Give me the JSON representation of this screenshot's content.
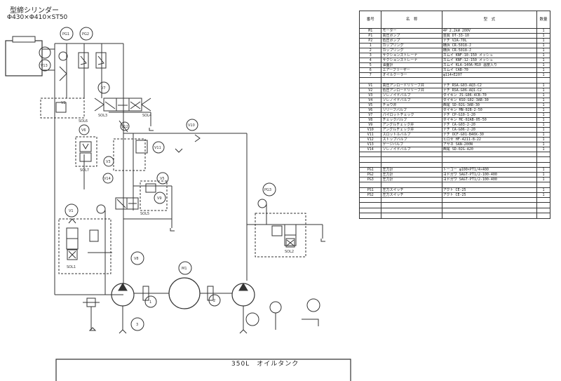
{
  "title": {
    "line1": "型締シリンダー",
    "line2": "Φ430×Φ410×ST50"
  },
  "tank_label": "350L　オイルタンク",
  "diagram_labels": {
    "pg1": "PG1",
    "pg2": "PG2",
    "pg3": "PG3",
    "v1": "V1",
    "v2": "V2",
    "v3": "V3",
    "v5": "V5",
    "v6": "V6",
    "v7": "V7",
    "v8": "V8",
    "v9": "V9",
    "v10": "V10",
    "v11": "V11",
    "v12": "V12",
    "v13": "V13",
    "v14": "V14",
    "sol1": "SOL1",
    "sol2": "SOL2",
    "sol3": "SOL3",
    "sol4": "SOL4",
    "sol5": "SOL5",
    "sol6": "SOL6",
    "sol7": "SOL7",
    "m1": "M1",
    "p1": "1",
    "p2": "2",
    "p3": "3"
  },
  "bom": {
    "headers": {
      "no": "番号",
      "name": "名　称",
      "model": "型　式",
      "qty": "数量"
    },
    "rows": [
      {
        "no": "M1",
        "name": "モーター",
        "model": "4P 2.2kW 200V",
        "qty": "1"
      },
      {
        "no": "P1",
        "name": "高圧ポンプ",
        "model": "豊興 DT-33-10",
        "qty": "1"
      },
      {
        "no": "P2",
        "name": "低圧ポンプ",
        "model": "ナチ V2A-70L",
        "qty": "1"
      },
      {
        "no": "1",
        "name": "カップリング",
        "model": "横浜 CR-5018-J",
        "qty": "1"
      },
      {
        "no": "2",
        "name": "カップリング",
        "model": "横浜 CR-5018-J",
        "qty": "1"
      },
      {
        "no": "3",
        "name": "サクションストレーナ",
        "model": "カムイ KNF-10-150 メッシュ",
        "qty": "1"
      },
      {
        "no": "4",
        "name": "サクションストレーナ",
        "model": "カムイ KNF-12-150 メッシュ",
        "qty": "1"
      },
      {
        "no": "5",
        "name": "油面計",
        "model": "カムイ KLA-140A-M10 温度入り",
        "qty": "1"
      },
      {
        "no": "6",
        "name": "エアーブリーザー",
        "model": "カムイ CAB-70",
        "qty": "1"
      },
      {
        "no": "7",
        "name": "オイルクーラー",
        "model": "φ114×E207",
        "qty": "1"
      },
      {
        "no": "",
        "name": "",
        "model": "",
        "qty": ""
      },
      {
        "no": "V1",
        "name": "高圧アンロードリリーフ弁",
        "model": "ナチ RSA-G03-AQ3-C2",
        "qty": "1"
      },
      {
        "no": "V2",
        "name": "低圧アンロードリリーフ弁",
        "model": "ナチ RSA-G06-AQ1-C2",
        "qty": "1"
      },
      {
        "no": "V3",
        "name": "ソレノイドバルブ",
        "model": "ダイキン JS-G06-4CB-70",
        "qty": "1"
      },
      {
        "no": "V4",
        "name": "ソレノイドバルブ",
        "model": "ダイキン KSO-G02-3AB-30",
        "qty": "1"
      },
      {
        "no": "V5",
        "name": "チョウ弁",
        "model": "西尾 SD-02G-3AB-30",
        "qty": "1"
      },
      {
        "no": "V6",
        "name": "リリーフバルブ",
        "model": "ダイキン MN-02B-2-50",
        "qty": "1"
      },
      {
        "no": "V7",
        "name": "パイロットチェック",
        "model": "ナチ CP-G10-1-20",
        "qty": "1"
      },
      {
        "no": "V8",
        "name": "チェックバルブ",
        "model": "ダイキン MC-02AB-05-50",
        "qty": "1"
      },
      {
        "no": "V9",
        "name": "アングルチェック弁",
        "model": "ナチ CA-G03-2-20",
        "qty": "1"
      },
      {
        "no": "V10",
        "name": "アングルチェック弁",
        "model": "ナチ CA-G06-2-20",
        "qty": "1"
      },
      {
        "no": "V11",
        "name": "スロットルバルブ",
        "model": "ナチ OCF-G01-B40X-30",
        "qty": "1"
      },
      {
        "no": "V12",
        "name": "ストップバルブ",
        "model": "ヒロセ HF-4211-8-22",
        "qty": "1"
      },
      {
        "no": "V13",
        "name": "ゲージバルブ",
        "model": "アサネ SAN-200N",
        "qty": "1"
      },
      {
        "no": "V14",
        "name": "ソレノイドバルブ",
        "model": "西尾 SD-02G-A20",
        "qty": "1"
      },
      {
        "no": "",
        "name": "",
        "model": "",
        "qty": ""
      },
      {
        "no": "",
        "name": "",
        "model": "",
        "qty": ""
      },
      {
        "no": "",
        "name": "",
        "model": "",
        "qty": ""
      },
      {
        "no": "PG1",
        "name": "圧力計",
        "model": "トーコー φ100×PT1/4×400",
        "qty": "1"
      },
      {
        "no": "PG2",
        "name": "圧力計",
        "model": "ヨドガワ SAGT-PT1/2-100-400",
        "qty": "1"
      },
      {
        "no": "PG3",
        "name": "圧力計",
        "model": "ヨドガワ SAGT-PT1/2-100-400",
        "qty": "1"
      },
      {
        "no": "",
        "name": "",
        "model": "",
        "qty": ""
      },
      {
        "no": "PS1",
        "name": "圧力スイッチ",
        "model": "アクト CE-25",
        "qty": "1"
      },
      {
        "no": "PS2",
        "name": "圧力スイッチ",
        "model": "アクト CE-25",
        "qty": "1"
      },
      {
        "no": "",
        "name": "",
        "model": "",
        "qty": ""
      },
      {
        "no": "",
        "name": "",
        "model": "",
        "qty": ""
      },
      {
        "no": "",
        "name": "",
        "model": "",
        "qty": ""
      },
      {
        "no": "",
        "name": "",
        "model": "",
        "qty": ""
      }
    ]
  }
}
